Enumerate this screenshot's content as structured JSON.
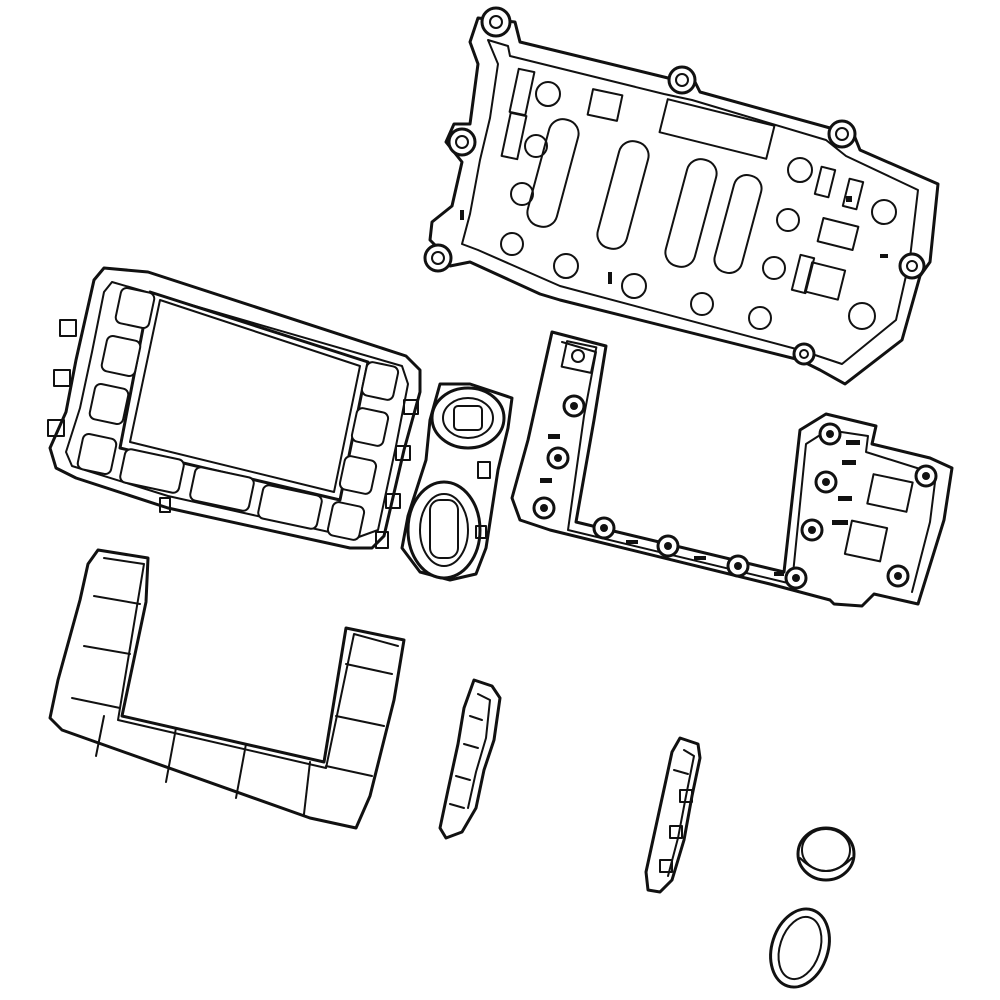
{
  "diagram": {
    "type": "exploded-parts-drawing",
    "line_color": "#111111",
    "background": "#ffffff",
    "parts": [
      {
        "name": "control-panel-mounting-bracket"
      },
      {
        "name": "display-bezel-frame"
      },
      {
        "name": "knob-seal-ring-assembly"
      },
      {
        "name": "control-circuit-board"
      },
      {
        "name": "keypad-membrane-overlay"
      },
      {
        "name": "left-light-pipe-strip"
      },
      {
        "name": "right-light-pipe-strip"
      },
      {
        "name": "round-button-cap"
      },
      {
        "name": "oval-button-cap"
      }
    ]
  }
}
